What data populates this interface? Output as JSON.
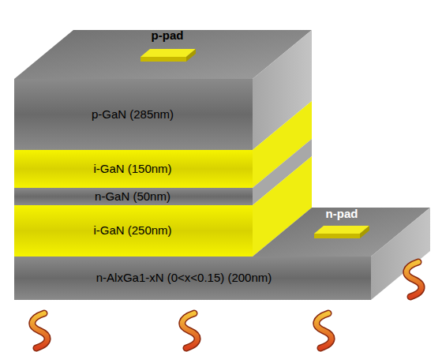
{
  "diagram": {
    "nodes": [
      {
        "text": [
          "p-GaN (285nm)"
        ]
      },
      {
        "text": [
          "i-GaN (150nm)"
        ]
      },
      {
        "text": [
          "n-GaN (50nm)"
        ]
      },
      {
        "text": [
          "i-GaN (250nm)"
        ]
      },
      {
        "text": [
          "n-AlxGa1-xN (0<x<0.15) (200nm)"
        ]
      }
    ],
    "labels": [
      "p-pad",
      "n-pad"
    ]
  }
}
